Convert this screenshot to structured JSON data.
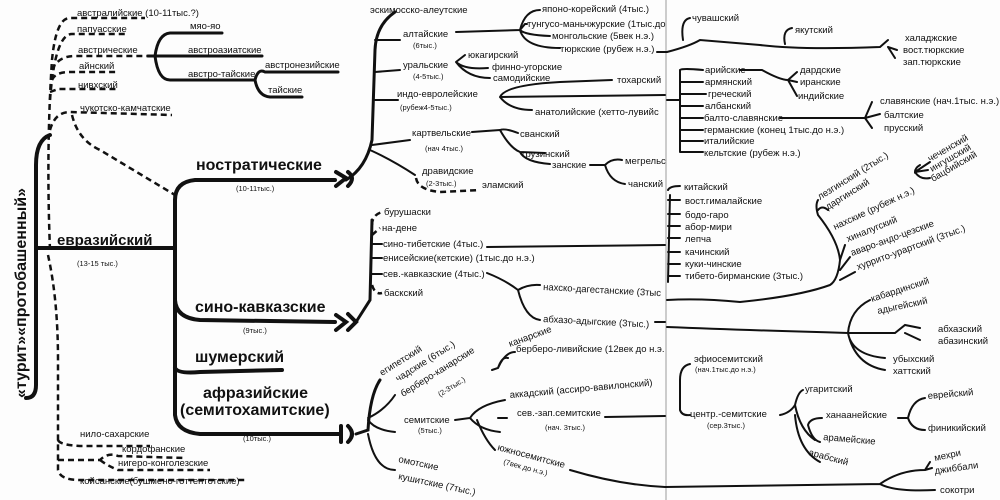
{
  "title": "«турит»«протобашенный»",
  "root": {
    "label": "евразийский",
    "date": "(13-15 тыс.)"
  },
  "east_dashed": [
    "австралийские (10-11тыс.?)",
    "папуасские",
    "австрические",
    "айнский",
    "нивхский",
    "чукотско-камчатские"
  ],
  "austric": [
    "мяо-яо",
    "австроазиатские",
    "австро-тайские",
    "австронезийские",
    "тайские"
  ],
  "africa": [
    "нило-сахарские",
    "кордофанские",
    "нигеро-конголезские",
    "койсанские(бушмено-готтентотские)"
  ],
  "macro": {
    "nostratic": {
      "label": "ностратические",
      "date": "(10-11тыс.)"
    },
    "sinocaucasian": {
      "label": "сино-кавказские",
      "date": "(9тыс.)"
    },
    "sumerian": {
      "label": "шумерский"
    },
    "afroasiatic": {
      "label": "афразийские",
      "label2": "(семитохамитские)",
      "date": "(10тыс.)"
    }
  },
  "nostratic": {
    "eskimo": "эскимосско-алеутские",
    "altaic": {
      "label": "алтайские",
      "date": "(6тыс.)",
      "children": [
        "японо-корейский (4тыс.)",
        "тунгусо-маньчжурские (1тыс.до",
        "монгольские (5век н.э.)",
        "тюркские (рубеж н.э.)"
      ]
    },
    "turkic": [
      "чувашский",
      "якутский",
      "халаджские",
      "вост.тюркские",
      "зап.тюркские"
    ],
    "uralic": {
      "label": "уральские",
      "date": "(4-5тыс.)",
      "children": [
        "юкагирский",
        "финно-угорские",
        "самодийские"
      ]
    },
    "ie": {
      "label": "индо-евролейские",
      "date": "(рубеж4-5тыс.)",
      "children": [
        "тохарский",
        "анатолийские (хетто-лувийс"
      ]
    },
    "ie_core": [
      "арийские",
      "армянский",
      "греческий",
      "албанский",
      "балто-славянские",
      "германские (конец 1тыс.до н.э.)",
      "италийские",
      "кельтские (рубеж н.э.)"
    ],
    "aryan": [
      "дардские",
      "иранские",
      "индийские"
    ],
    "balto_slavic": [
      "славянские (нач.1тыс. н.э.)",
      "балтские",
      "прусский"
    ],
    "kartvelian": {
      "label": "картвельские",
      "date": "(нач 4тыс.)",
      "children": [
        "сванский",
        "грузинский",
        "занские",
        "мегрельс",
        "чанский"
      ]
    },
    "dravidian": {
      "label": "дравидские",
      "date": "(2-3тыс.)",
      "children": [
        "эламский"
      ]
    }
  },
  "sinocaucasian": {
    "branches": [
      "бурушаски",
      "на-дене",
      "сино-тибетские (4тыс.)",
      "енисейские(кетские) (1тыс.до н.э.)",
      "сев.-кавказские (4тыс.)",
      "баскский"
    ],
    "sinotibetan": [
      "китайский",
      "вост.гималайские",
      "бодо-гаро",
      "абор-мири",
      "лепча",
      "качинский",
      "куки-чинские",
      "тибето-бирманские (3тыс.)"
    ],
    "nakh_dag": "нахско-дагестанские (3тыс",
    "abkh_adyg": "абхазо-адыгские (3тыс.)",
    "nd_children": [
      "лезгинский (2тыс.)",
      "даргинский",
      "нахские (рубеж н.э.)",
      "хиналугский",
      "аваро-андо-цезские",
      "хуррито-урартский (3тыс.)"
    ],
    "nakh": [
      "чеченский",
      "ингушский",
      "бацбийский"
    ],
    "aa_children": [
      "кабардинский",
      "адыгейский",
      "абхазский",
      "абазинский",
      "убыхский",
      "хаттский"
    ]
  },
  "afroasiatic": {
    "branches": [
      "египетский",
      "чадские (6тыс.)",
      "берберо-канарские",
      "(2-3тыс.)",
      "омотские",
      "кушитские (7тыс.)"
    ],
    "berber": [
      "канарские",
      "берберо-ливийские (12век до н.э."
    ],
    "semitic": {
      "label": "семитские",
      "date": "(5тыс.)"
    },
    "akkadian": "аккадский (ассиро-вавилонский)",
    "nw_semitic": {
      "label": "сев.-зап.семитские",
      "date": "(нач. 3тыс.)"
    },
    "s_semitic": {
      "label": "южносемитские",
      "date": "(7век до н.э.)"
    },
    "ethio": {
      "label": "эфиосемитский",
      "date": "(нач.1тыс.до н.э.)"
    },
    "central": {
      "label": "центр.-семитские",
      "date": "(сер.3тыс.)"
    },
    "central_children": [
      "угаритский",
      "ханаанейские",
      "арамейские",
      "арабский"
    ],
    "canaanite": [
      "еврейский",
      "финикийский"
    ],
    "msa": [
      "мехри",
      "джиббали",
      "сокотри"
    ]
  }
}
